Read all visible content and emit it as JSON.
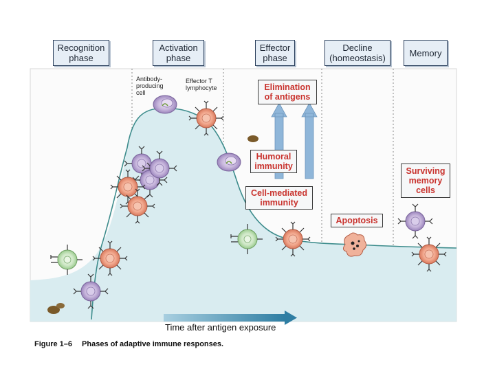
{
  "phases": [
    {
      "id": "recognition",
      "label": "Recognition\nphase"
    },
    {
      "id": "activation",
      "label": "Activation\nphase"
    },
    {
      "id": "effector",
      "label": "Effector\nphase"
    },
    {
      "id": "decline",
      "label": "Decline\n(homeostasis)"
    },
    {
      "id": "memory",
      "label": "Memory"
    }
  ],
  "annotations": {
    "antibody_cell": "Antibody-\nproducing\ncell",
    "effector_t": "Effector T\nlymphocyte",
    "elimination": "Elimination\nof antigens",
    "humoral": "Humoral\nimmunity",
    "cell_mediated": "Cell-mediated\nimmunity",
    "apoptosis": "Apoptosis",
    "surviving_memory": "Surviving\nmemory\ncells"
  },
  "x_axis_label": "Time after antigen exposure",
  "figure_caption": {
    "number": "Figure 1–6",
    "title": "Phases of adaptive immune responses."
  },
  "colors": {
    "area_fill": "#d9ecf0",
    "curve": "#3d8c8c",
    "arrow_blue": "#8fb6d9",
    "time_arrow": "#3a87a8",
    "red_text": "#c9332e",
    "b_cell_purple": "#c7b6dc",
    "t_cell_salmon": "#f2a88e",
    "naive_green": "#cfe8c7"
  }
}
